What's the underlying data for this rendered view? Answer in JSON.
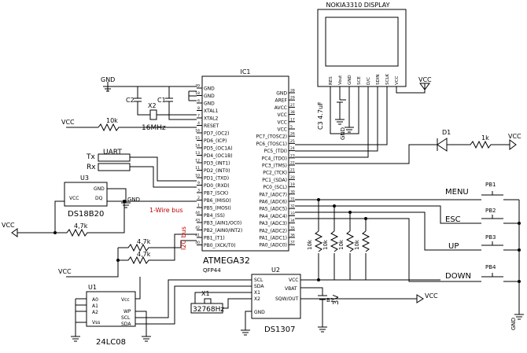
{
  "ic1": {
    "ref": "IC1",
    "name": "ATMEGA32",
    "package": "QFP44",
    "left_pins": [
      {
        "name": "GND",
        "num": "39"
      },
      {
        "name": "GND",
        "num": "18"
      },
      {
        "name": "GND",
        "num": "6"
      },
      {
        "name": "XTAL1",
        "num": "8"
      },
      {
        "name": "XTAL2",
        "num": "7"
      },
      {
        "name": "RESET",
        "num": "4"
      },
      {
        "name": "PD7_(OC2)",
        "num": "16"
      },
      {
        "name": "PD6_(ICP)",
        "num": "15"
      },
      {
        "name": "PD5_(OC1A)",
        "num": "14"
      },
      {
        "name": "PD4_(OC1B)",
        "num": "13"
      },
      {
        "name": "PD3_(INT1)",
        "num": "12"
      },
      {
        "name": "PD2_(INT0)",
        "num": "11"
      },
      {
        "name": "PD1_(TXD)",
        "num": "10"
      },
      {
        "name": "PD0_(RXD)",
        "num": "9"
      },
      {
        "name": "PB7_(SCK)",
        "num": "3"
      },
      {
        "name": "PB6_(MISO)",
        "num": "2"
      },
      {
        "name": "PB5_(MOSI)",
        "num": "1"
      },
      {
        "name": "PB4_(SS)",
        "num": "44"
      },
      {
        "name": "PB3_(AIN1/OC0)",
        "num": "43"
      },
      {
        "name": "PB2_(AIN0/INT2)",
        "num": "42"
      },
      {
        "name": "PB1_(T1)",
        "num": "41"
      },
      {
        "name": "PB0_(XCK/T0)",
        "num": "40"
      }
    ],
    "right_pins": [
      {
        "name": "GND",
        "num": "28"
      },
      {
        "name": "AREF",
        "num": "29"
      },
      {
        "name": "AVCC",
        "num": "27"
      },
      {
        "name": "VCC",
        "num": "38"
      },
      {
        "name": "VCC",
        "num": "17"
      },
      {
        "name": "VCC",
        "num": "5"
      },
      {
        "name": "PC7_(TOSC2)",
        "num": "26"
      },
      {
        "name": "PC6_(TOSC1)",
        "num": "25"
      },
      {
        "name": "PC5_(TDI)",
        "num": "24"
      },
      {
        "name": "PC4_(TDO)",
        "num": "23"
      },
      {
        "name": "PC3_(TMS)",
        "num": "22"
      },
      {
        "name": "PC2_(TCK)",
        "num": "21"
      },
      {
        "name": "PC1_(SDA)",
        "num": "20"
      },
      {
        "name": "PC0_(SCL)",
        "num": "19"
      },
      {
        "name": "PA7_(ADC7)",
        "num": "30"
      },
      {
        "name": "PA6_(ADC6)",
        "num": "31"
      },
      {
        "name": "PA5_(ADC5)",
        "num": "32"
      },
      {
        "name": "PA4_(ADC4)",
        "num": "33"
      },
      {
        "name": "PA3_(ADC3)",
        "num": "34"
      },
      {
        "name": "PA2_(ADC2)",
        "num": "35"
      },
      {
        "name": "PA1_(ADC1)",
        "num": "36"
      },
      {
        "name": "PA0_(ADC0)",
        "num": "37"
      }
    ]
  },
  "display": {
    "title": "NOKIA3310 DISPLAY",
    "pins": [
      "RES",
      "Vout",
      "GND",
      "SCE",
      "D/C",
      "SDIN",
      "SCLK",
      "VCC"
    ],
    "cap_label": "C3 4.7uF"
  },
  "power": {
    "vcc": "VCC",
    "gnd": "GND"
  },
  "osc": {
    "crystal": "X2",
    "freq": "16MHz",
    "c1": "C1",
    "c2": "C2"
  },
  "reset_res": "10k",
  "uart": {
    "label": "UART",
    "tx": "Tx",
    "rx": "Rx"
  },
  "u3": {
    "ref": "U3",
    "name": "DS18B20",
    "pins": [
      "VCC",
      "GND",
      "DQ"
    ],
    "res": "4,7k",
    "bus": "1-Wire bus"
  },
  "i2c": {
    "bus": "I2C bus",
    "res1": "4,7k",
    "res2": "4,7k"
  },
  "u1": {
    "ref": "U1",
    "name": "24LC08",
    "left_pins": [
      "A0",
      "A1",
      "A2",
      "Vss"
    ],
    "right_pins": [
      "Vcc",
      "WP",
      "SCL",
      "SDA"
    ]
  },
  "u2": {
    "ref": "U2",
    "name": "DS1307",
    "left_pins": [
      "SCL",
      "SDA",
      "X1",
      "X2",
      "GND"
    ],
    "right_pins": [
      "VCC",
      "VBAT",
      "SQW/OUT"
    ],
    "crystal": "X1",
    "freq": "32768Hz",
    "battery": "B1",
    "battery_v": "3V"
  },
  "led": {
    "ref": "D1",
    "res": "1k"
  },
  "pullups": [
    "10k",
    "10k",
    "10k",
    "10k"
  ],
  "buttons": [
    {
      "label": "MENU",
      "ref": "PB1"
    },
    {
      "label": "ESC",
      "ref": "PB2"
    },
    {
      "label": "UP",
      "ref": "PB3"
    },
    {
      "label": "DOWN",
      "ref": "PB4"
    }
  ]
}
